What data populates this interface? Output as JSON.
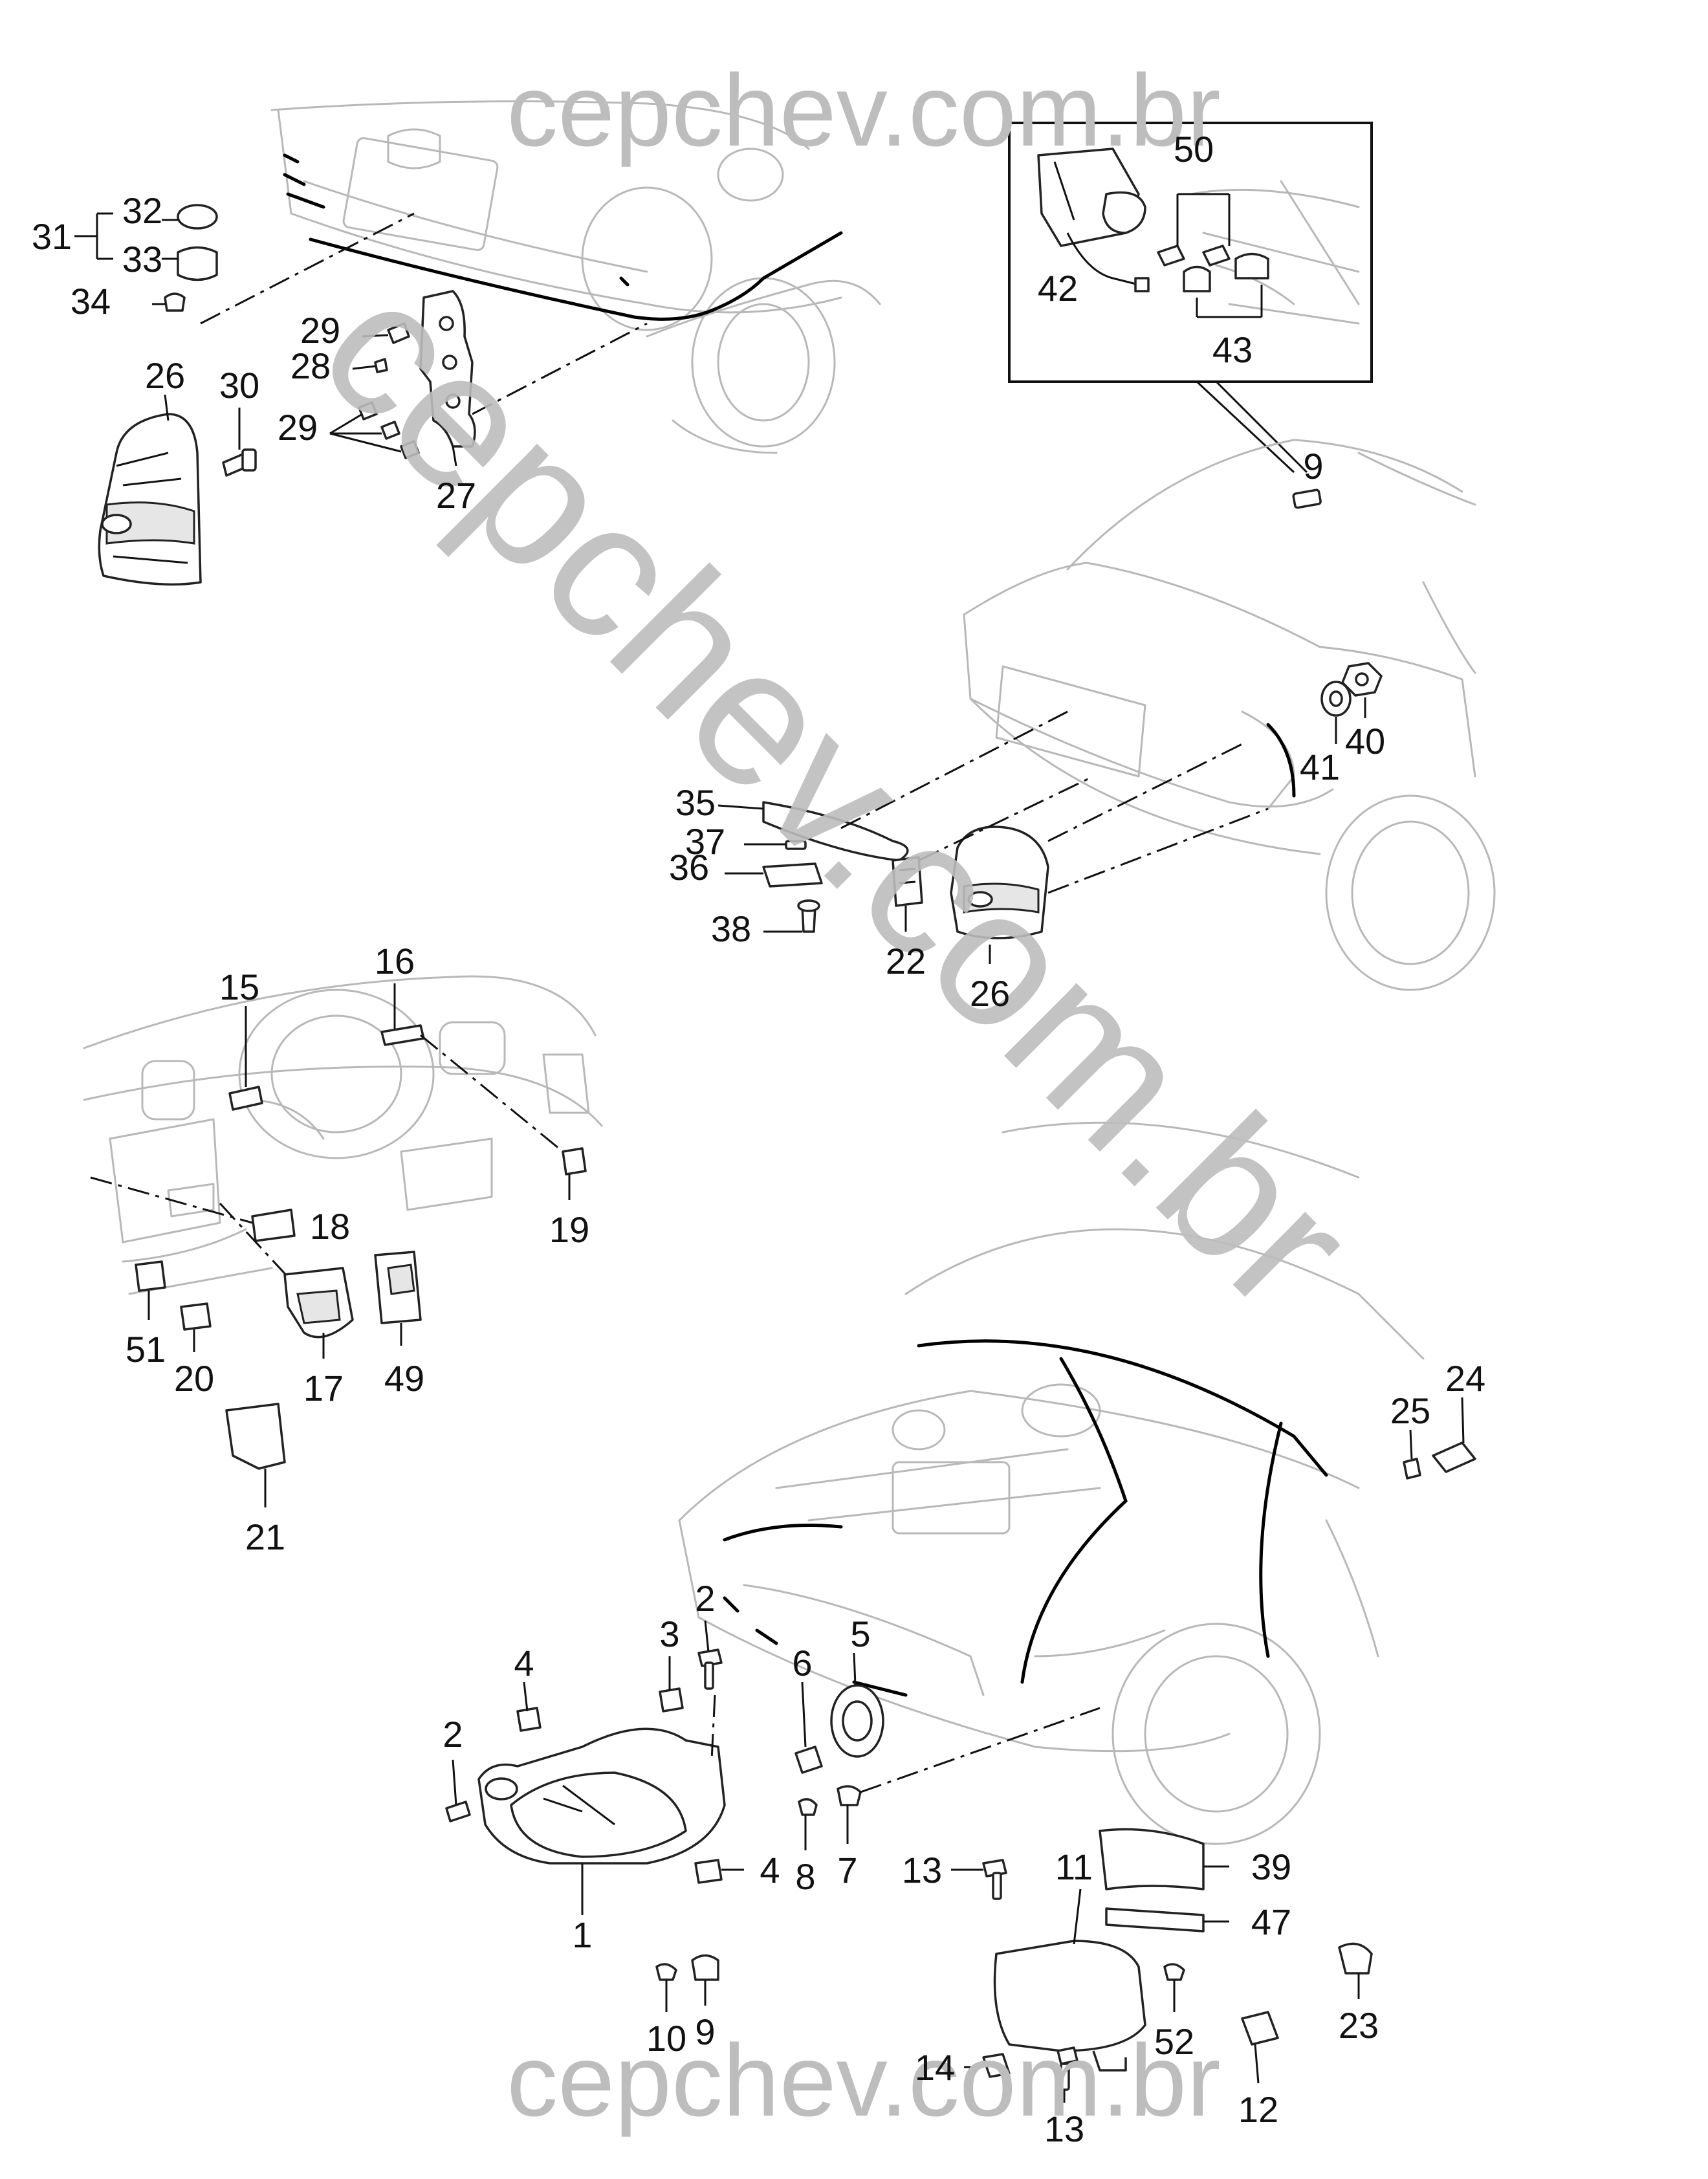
{
  "watermark": {
    "top": "cepchev.com.br",
    "bottom": "cepchev.com.br",
    "diagonal": "cepchev.com.br"
  },
  "callouts": [
    {
      "id": "c1",
      "text": "1"
    },
    {
      "id": "c2a",
      "text": "2"
    },
    {
      "id": "c2b",
      "text": "2"
    },
    {
      "id": "c3",
      "text": "3"
    },
    {
      "id": "c4a",
      "text": "4"
    },
    {
      "id": "c4b",
      "text": "4"
    },
    {
      "id": "c5",
      "text": "5"
    },
    {
      "id": "c6",
      "text": "6"
    },
    {
      "id": "c7",
      "text": "7"
    },
    {
      "id": "c8",
      "text": "8"
    },
    {
      "id": "c9",
      "text": "9"
    },
    {
      "id": "c10",
      "text": "10"
    },
    {
      "id": "c11",
      "text": "11"
    },
    {
      "id": "c12",
      "text": "12"
    },
    {
      "id": "c13a",
      "text": "13"
    },
    {
      "id": "c13b",
      "text": "13"
    },
    {
      "id": "c14",
      "text": "14"
    },
    {
      "id": "c15",
      "text": "15"
    },
    {
      "id": "c16",
      "text": "16"
    },
    {
      "id": "c17",
      "text": "17"
    },
    {
      "id": "c18",
      "text": "18"
    },
    {
      "id": "c19",
      "text": "19"
    },
    {
      "id": "c20",
      "text": "20"
    },
    {
      "id": "c21",
      "text": "21"
    },
    {
      "id": "c22",
      "text": "22"
    },
    {
      "id": "c23",
      "text": "23"
    },
    {
      "id": "c24",
      "text": "24"
    },
    {
      "id": "c25",
      "text": "25"
    },
    {
      "id": "c26a",
      "text": "26"
    },
    {
      "id": "c26b",
      "text": "26"
    },
    {
      "id": "c27",
      "text": "27"
    },
    {
      "id": "c28",
      "text": "28"
    },
    {
      "id": "c29a",
      "text": "29"
    },
    {
      "id": "c29b",
      "text": "29"
    },
    {
      "id": "c30",
      "text": "30"
    },
    {
      "id": "c31",
      "text": "31"
    },
    {
      "id": "c32",
      "text": "32"
    },
    {
      "id": "c33",
      "text": "33"
    },
    {
      "id": "c34",
      "text": "34"
    },
    {
      "id": "c35",
      "text": "35"
    },
    {
      "id": "c36",
      "text": "36"
    },
    {
      "id": "c37",
      "text": "37"
    },
    {
      "id": "c38",
      "text": "38"
    },
    {
      "id": "c39",
      "text": "39"
    },
    {
      "id": "c40",
      "text": "40"
    },
    {
      "id": "c41",
      "text": "41"
    },
    {
      "id": "c42",
      "text": "42"
    },
    {
      "id": "c43",
      "text": "43"
    },
    {
      "id": "c47",
      "text": "47"
    },
    {
      "id": "c49",
      "text": "49"
    },
    {
      "id": "c50",
      "text": "50"
    },
    {
      "id": "c51",
      "text": "51"
    },
    {
      "id": "c52",
      "text": "52"
    },
    {
      "id": "c9b",
      "text": "9"
    }
  ]
}
